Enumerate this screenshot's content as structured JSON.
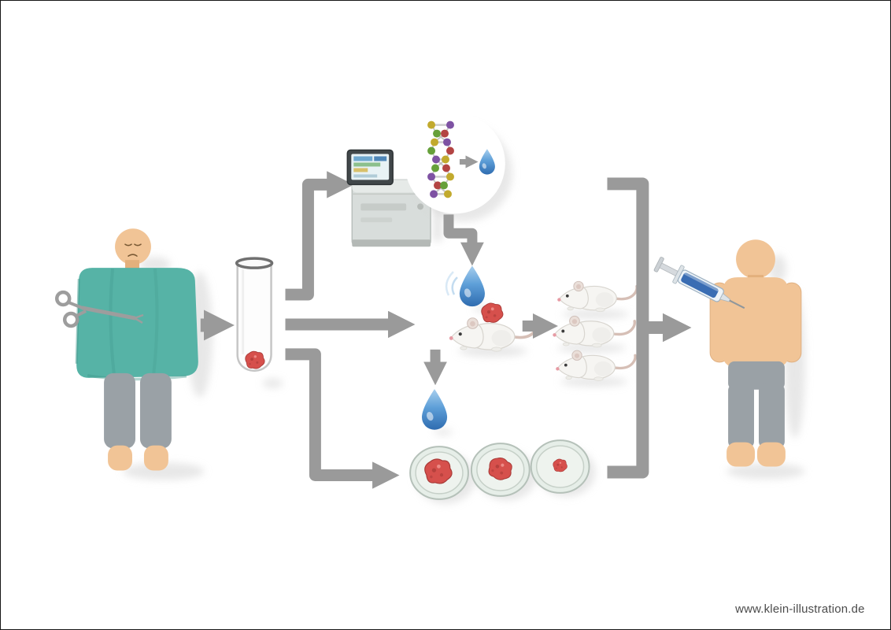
{
  "meta": {
    "title": "Personalized medicine workflow illustration"
  },
  "watermark": {
    "text": "www.klein-illustration.de"
  },
  "flow": {
    "source": "patient-biopsy",
    "sample": "tumor-sample-in-test-tube",
    "branches": [
      "dna-sequencing-and-analysis",
      "drug-drop-tested-on-tumor-mouse",
      "drug-drop-tested-on-cell-cultures"
    ],
    "mouse_colony_count": 3,
    "petri_dish_count": 3,
    "result": "personalized-therapy-injection-into-patient"
  },
  "colors": {
    "skin": "#f1c496",
    "skin-dark": "#e3b07c",
    "gown": "#56b3a6",
    "gown-dark": "#3e968a",
    "pants": "#9aa1a6",
    "arrow": "#9a9a9a",
    "tumor": "#d6504c",
    "tumor-dark": "#a83a37",
    "mouse-body": "#f6f5f2",
    "machine": "#d8dddb",
    "dish": "#e6eee8",
    "shadow": "#d4d4d4",
    "watermark-color": "#4b4b4b",
    "dna-yellow": "#c2aa2e",
    "dna-green": "#66a03a",
    "dna-purple": "#7e52a3",
    "dna-red": "#b34443",
    "drop-light": "#a8cfee",
    "drop-mid": "#5e9fd8",
    "drop-dark": "#2f6cb0",
    "syringe-liquid": "#3a6db3"
  }
}
